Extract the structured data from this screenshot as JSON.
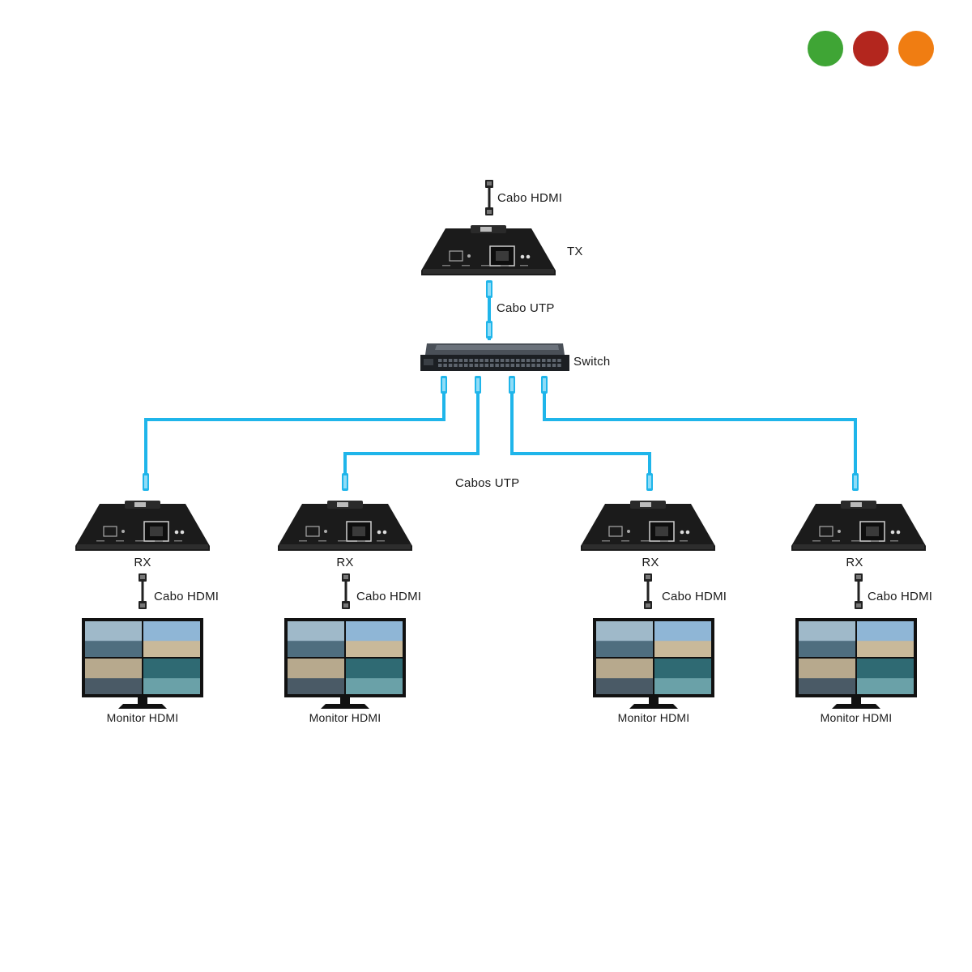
{
  "colors": {
    "dot_green": "#3fa535",
    "dot_red": "#b3261e",
    "dot_orange": "#f07d12",
    "cable_blue": "#1fb5ea",
    "device_dark": "#1b1b1b"
  },
  "icons": [
    "hdmi-connector-icon",
    "utp-connector-icon",
    "extender-device-icon",
    "network-switch-icon",
    "monitor-icon"
  ],
  "top": {
    "hdmi_label": "Cabo HDMI",
    "tx_label": "TX",
    "utp_label": "Cabo UTP",
    "switch_label": "Switch"
  },
  "middle": {
    "utp_cables_label": "Cabos UTP"
  },
  "receivers": [
    {
      "rx_label": "RX",
      "hdmi_label": "Cabo HDMI",
      "monitor_label": "Monitor HDMI"
    },
    {
      "rx_label": "RX",
      "hdmi_label": "Cabo HDMI",
      "monitor_label": "Monitor HDMI"
    },
    {
      "rx_label": "RX",
      "hdmi_label": "Cabo HDMI",
      "monitor_label": "Monitor HDMI"
    },
    {
      "rx_label": "RX",
      "hdmi_label": "Cabo HDMI",
      "monitor_label": "Monitor HDMI"
    }
  ]
}
